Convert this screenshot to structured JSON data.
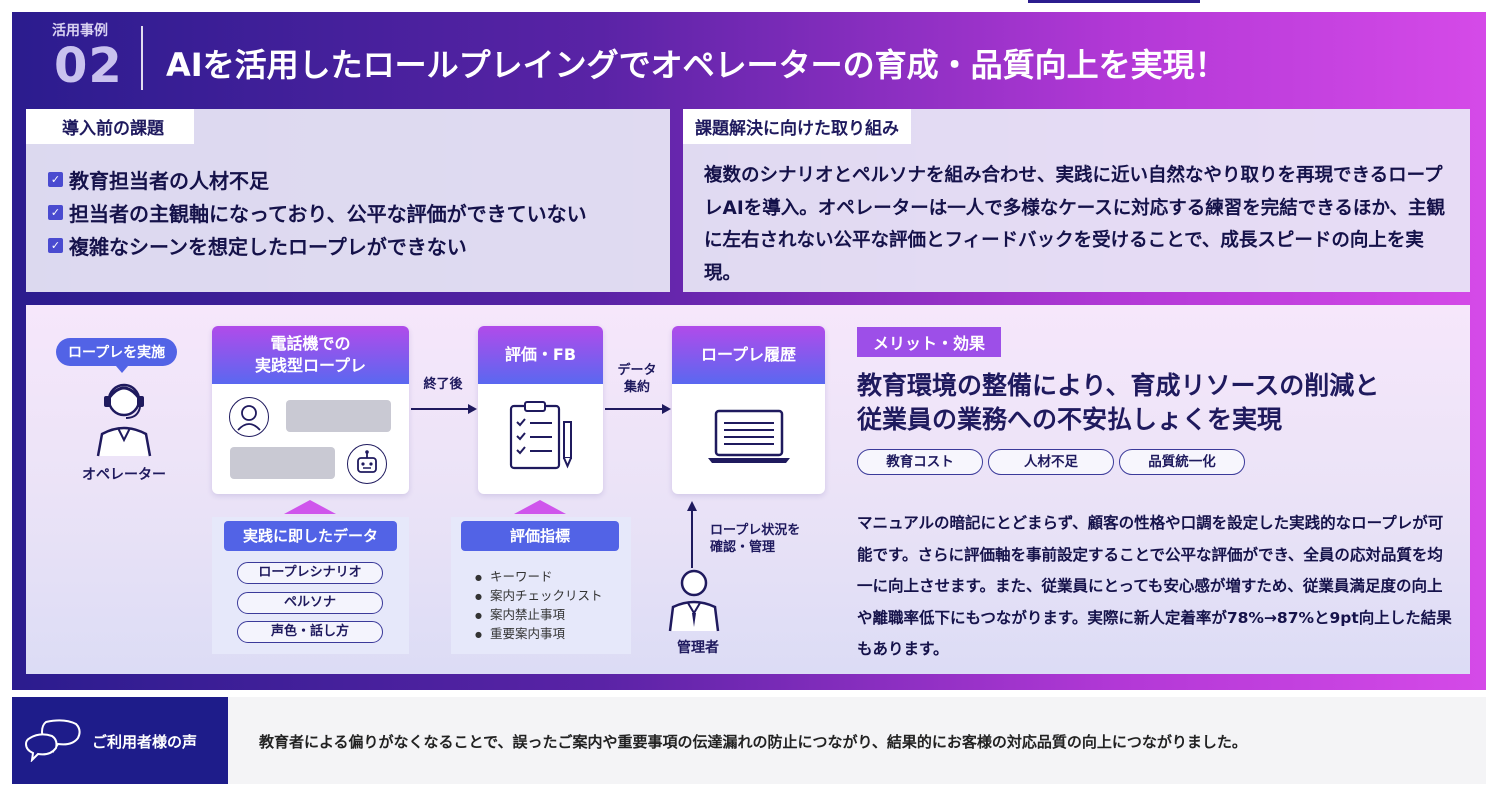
{
  "header": {
    "case_label": "活用事例",
    "case_number": "02",
    "title": "AIを活用したロールプレイングでオペレーターの育成・品質向上を実現！"
  },
  "before": {
    "tag": "導入前の課題",
    "items": [
      "教育担当者の人材不足",
      "担当者の主観軸になっており、公平な評価ができていない",
      "複雑なシーンを想定したロープレができない"
    ]
  },
  "solution": {
    "tag": "課題解決に向けた取り組み",
    "text": "複数のシナリオとペルソナを組み合わせ、実践に近い自然なやり取りを再現できるロープレAIを導入。オペレーターは一人で多様なケースに対応する練習を完結できるほか、主観に左右されない公平な評価とフィードバックを受けることで、成長スピードの向上を実現。"
  },
  "diagram": {
    "roleplay_pill": "ロープレを実施",
    "operator_label": "オペレーター",
    "manager_label": "管理者",
    "step1_line1": "電話機での",
    "step1_line2": "実践型ロープレ",
    "step2_label": "評価・FB",
    "step3_label": "ロープレ履歴",
    "arrow1_label": "終了後",
    "arrow2_line1": "データ",
    "arrow2_line2": "集約",
    "manager_arrow_line1": "ロープレ状況を",
    "manager_arrow_line2": "確認・管理",
    "data_head": "実践に即したデータ",
    "data_items": [
      "ロープレシナリオ",
      "ペルソナ",
      "声色・話し方"
    ],
    "eval_head": "評価指標",
    "eval_items": [
      "キーワード",
      "案内チェックリスト",
      "案内禁止事項",
      "重要案内事項"
    ]
  },
  "merit": {
    "badge": "メリット・効果",
    "title_line1": "教育環境の整備により、育成リソースの削減と",
    "title_line2": "従業員の業務への不安払しょくを実現",
    "tags": [
      "教育コスト",
      "人材不足",
      "品質統一化"
    ],
    "text": "マニュアルの暗記にとどまらず、顧客の性格や口調を設定した実践的なロープレが可能です。さらに評価軸を事前設定することで公平な評価ができ、全員の応対品質を均一に向上させます。また、従業員にとっても安心感が増すため、従業員満足度の向上や離職率低下にもつながります。実際に新人定着率が78%→87%と9pt向上した結果もあります。"
  },
  "voice": {
    "label": "ご利用者様の声",
    "text": "教育者による偏りがなくなることで、誤ったご案内や重要事項の伝達漏れの防止につながり、結果的にお客様の対応品質の向上につながりました。"
  },
  "icons": [
    "check-icon",
    "operator-headset-icon",
    "user-avatar-icon",
    "robot-icon",
    "clipboard-checklist-icon",
    "pen-icon",
    "laptop-icon",
    "manager-icon",
    "speech-bubbles-icon"
  ],
  "colors": {
    "header_gradient_start": "#2b1c8e",
    "header_gradient_end": "#d54ae8",
    "accent_blue": "#5263e6",
    "merit_purple": "#9d4fe8",
    "navy_text": "#1f1a5e",
    "voice_badge": "#1e1c8a"
  }
}
